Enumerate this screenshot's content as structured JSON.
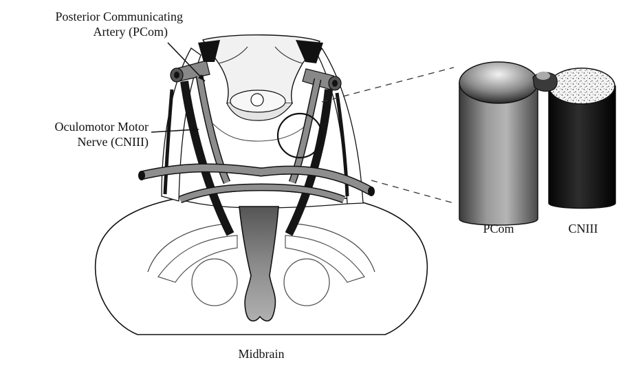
{
  "labels": {
    "pcom_line1": "Posterior Communicating",
    "pcom_line2": "Artery (PCom)",
    "cniii_line1": "Oculomotor Motor",
    "cniii_line2": "Nerve (CNIII)",
    "inset_pcom": "PCom",
    "inset_cniii": "CNIII",
    "midbrain": "Midbrain"
  },
  "colors": {
    "artery_gray": "#8c8c8c",
    "nerve_black": "#151515",
    "outline": "#111111",
    "light_fill": "#e6e6e6"
  }
}
